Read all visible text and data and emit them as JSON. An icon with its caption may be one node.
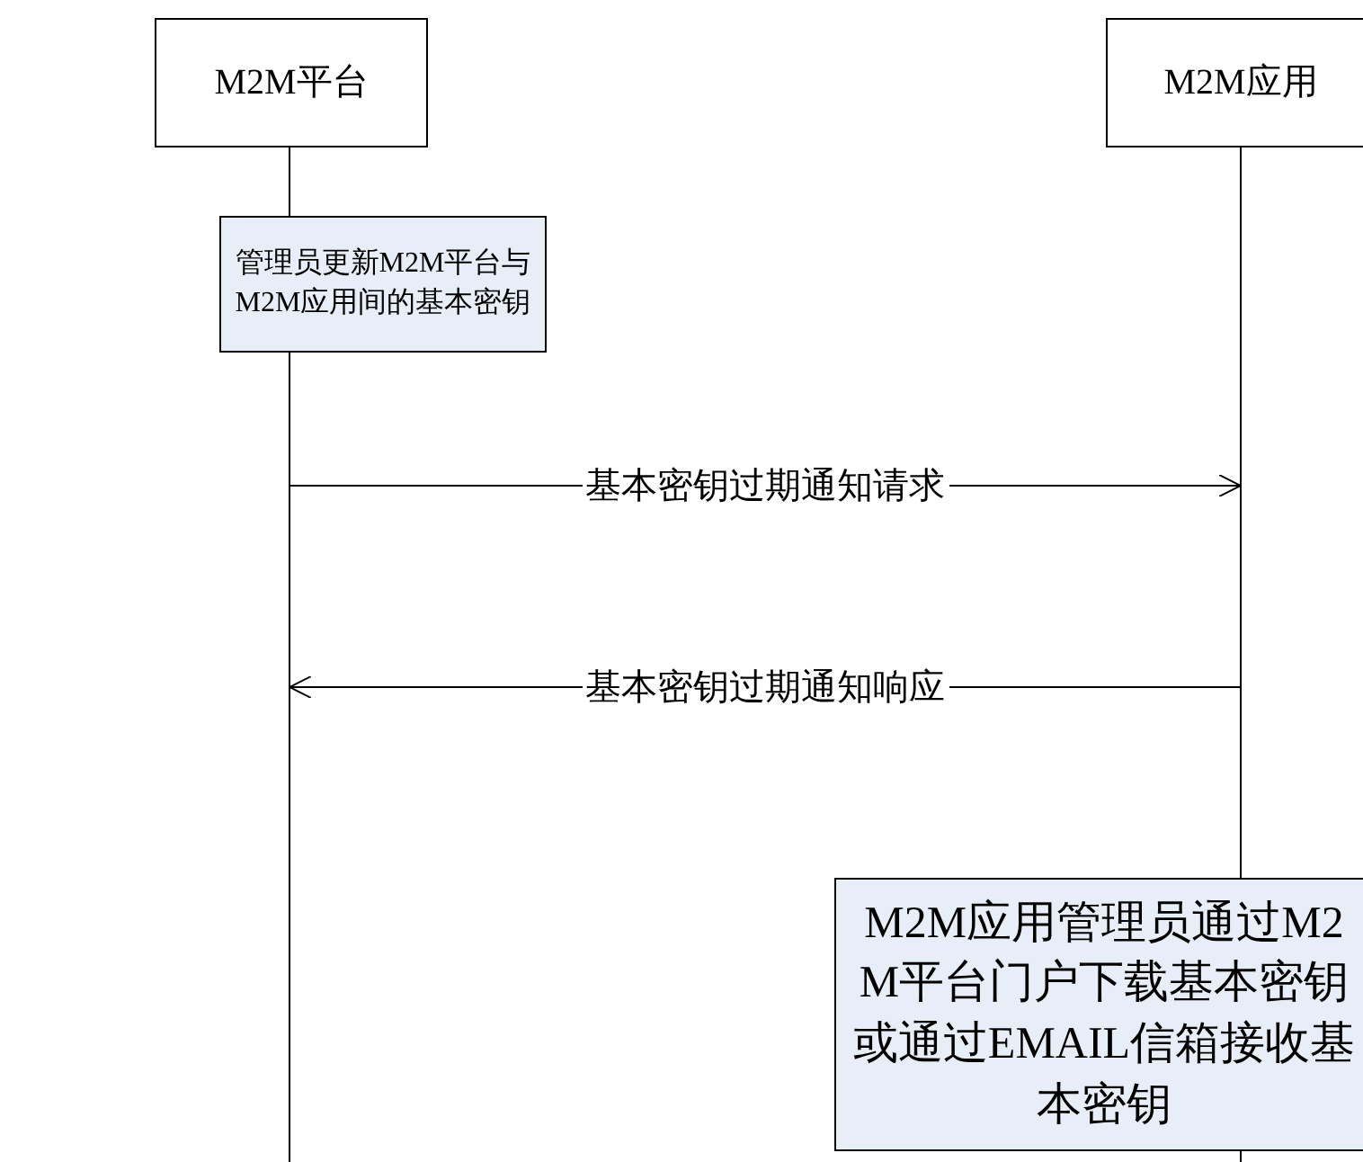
{
  "diagram": {
    "nodes": [
      {
        "text": [
          "M2M平台"
        ]
      },
      {
        "text": [
          "M2M应用"
        ]
      },
      {
        "text": [
          "管理员更新M2M平台与M2M应用间的基本密钥"
        ]
      },
      {
        "text": [
          "M2M应用管理员通过M2M平台门户下载基本密钥或通过EMAIL信箱接收基本密钥"
        ]
      }
    ],
    "edges": [
      {
        "from": 0,
        "to": 1,
        "arrow": "to",
        "label": "基本密钥过期通知请求"
      },
      {
        "from": 1,
        "to": 0,
        "arrow": "to",
        "label": "基本密钥过期通知响应"
      }
    ]
  }
}
